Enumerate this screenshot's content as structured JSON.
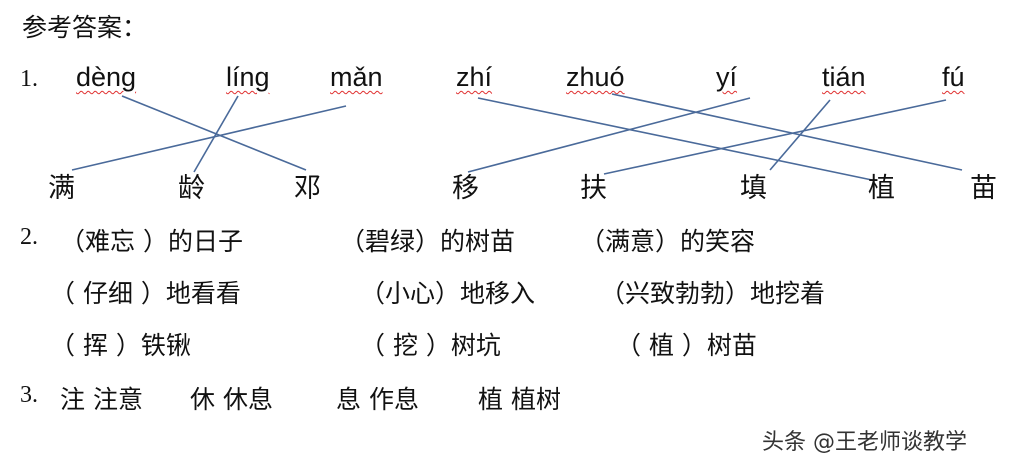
{
  "title": "参考答案：",
  "q1": {
    "number": "1.",
    "pinyin": [
      "dèng",
      "líng",
      "mǎn",
      "zhí",
      "zhuó",
      "yí",
      "tián",
      "fú"
    ],
    "hanzi": [
      "满",
      "龄",
      "邓",
      "移",
      "扶",
      "填",
      "植",
      "苗"
    ],
    "line_color": "#4a6a9a"
  },
  "q2": {
    "number": "2.",
    "rows": [
      [
        "（难忘 ）的日子",
        "（碧绿）的树苗",
        "（满意）的笑容"
      ],
      [
        "（ 仔细 ）地看看",
        "（小心）地移入",
        "（兴致勃勃）地挖着"
      ],
      [
        "（ 挥 ）铁锹",
        "（ 挖 ）树坑",
        "（ 植 ）树苗"
      ]
    ]
  },
  "q3": {
    "number": "3.",
    "items": [
      "注 注意",
      "休 休息",
      "息 作息",
      "植 植树"
    ]
  },
  "watermark": "头条 @王老师谈教学"
}
